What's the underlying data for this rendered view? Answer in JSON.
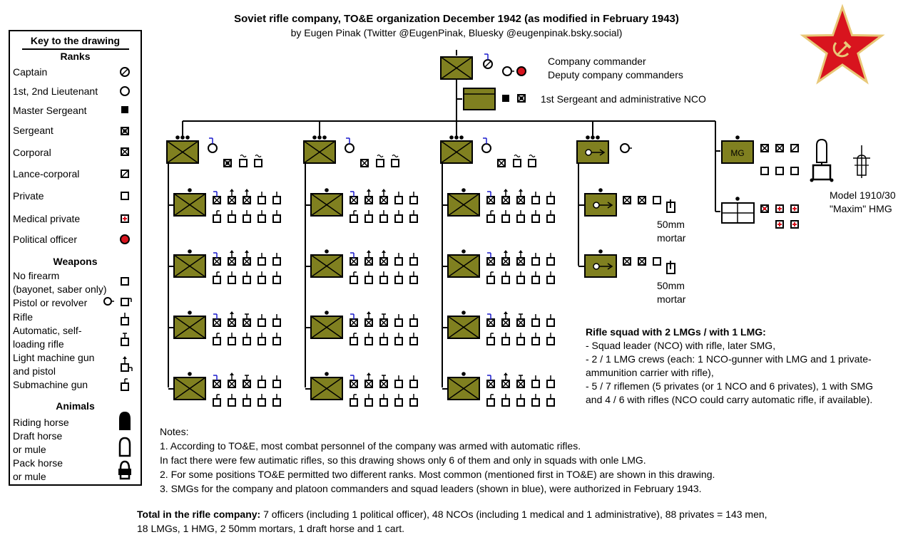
{
  "title": "Soviet rifle company, TO&E organization December 1942 (as modified in February 1943)",
  "subtitle": "by Eugen Pinak (Twitter @EugenPinak, Bluesky @eugenpinak.bsky.social)",
  "key": {
    "title": "Key to the drawing",
    "ranks_heading": "Ranks",
    "ranks": [
      "Captain",
      "1st, 2nd Lieutenant",
      "Master Sergeant",
      "Sergeant",
      "Corporal",
      "Lance-corporal",
      "Private",
      "Medical private",
      "Political officer"
    ],
    "weapons_heading": "Weapons",
    "weapons": [
      "No firearm",
      "(bayonet, saber only)",
      "Pistol or revolver",
      "Rifle",
      "Automatic, self-",
      "loading rifle",
      "Light machine gun",
      "and pistol",
      "Submachine gun"
    ],
    "animals_heading": "Animals",
    "animals": [
      "Riding horse",
      "Draft horse",
      "or mule",
      "Pack horse",
      "or mule"
    ]
  },
  "labels": {
    "company_commander": "Company commander",
    "deputy_commanders": "Deputy company commanders",
    "first_sergeant": "1st Sergeant and administrative NCO",
    "mg_unit": "MG",
    "hmg_line1": "Model 1910/30",
    "hmg_line2": "\"Maxim\" HMG",
    "mortar_line1": "50mm",
    "mortar_line2": "mortar"
  },
  "squad_desc": {
    "heading": "Rifle squad with 2 LMGs / with 1 LMG:",
    "lines": [
      "- Squad leader (NCO) with rifle, later SMG,",
      "- 2 / 1 LMG crews (each: 1 NCO-gunner with LMG and 1 private-",
      "ammunition carrier with rifle),",
      "- 5 / 7 riflemen (5 privates (or 1 NCO and 6 privates), 1 with SMG",
      "and 4 / 6 with rifles (NCO could carry automatic rifle, if available)."
    ]
  },
  "notes": {
    "heading": "Notes:",
    "lines": [
      "1. According to TO&E, most combat personnel of the company was armed with automatic rifles.",
      "In fact there were few autimatic rifles, so this drawing shows only 6 of them and only in squads with onle LMG.",
      "2. For some positions TO&E permitted two different ranks. Most common (mentioned first in TO&E) are shown in this drawing.",
      "3. SMGs for the company and platoon commanders and squad leaders (shown in blue), were authorized in February 1943."
    ]
  },
  "totals": {
    "label": "Total in the rifle company:",
    "line1": " 7 officers (including 1 political officer), 48 NCOs (including 1 medical and 1 administrative), 88 privates = 143 men,",
    "line2": "18 LMGs, 1 HMG, 2 50mm mortars, 1 draft horse and 1 cart."
  },
  "colors": {
    "unit_fill": "#808020",
    "smg_blue": "#1a1acc",
    "political_red": "#d8141e",
    "medical_red": "#d8141e",
    "star_red": "#d8141e",
    "star_gold": "#e8c878"
  }
}
